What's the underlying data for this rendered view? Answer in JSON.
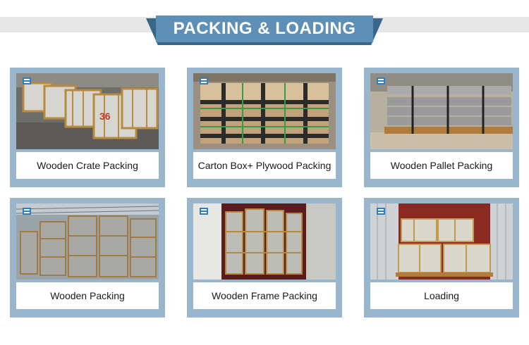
{
  "header": {
    "title": "PACKING & LOADING"
  },
  "cards": [
    {
      "caption": "Wooden Crate Packing",
      "icon": "wooden-crates-photo"
    },
    {
      "caption": "Carton Box+ Plywood Packing",
      "icon": "carton-box-plywood-photo"
    },
    {
      "caption": "Wooden Pallet Packing",
      "icon": "wooden-pallet-photo"
    },
    {
      "caption": "Wooden Packing",
      "icon": "warehouse-packing-photo"
    },
    {
      "caption": "Wooden Frame Packing",
      "icon": "container-frame-photo"
    },
    {
      "caption": "Loading",
      "icon": "container-loading-photo"
    }
  ],
  "colors": {
    "card_border": "#9ab6cd",
    "banner": "#5e8fb6",
    "banner_shadow": "#3a6787",
    "band": "#e6e6e6"
  }
}
